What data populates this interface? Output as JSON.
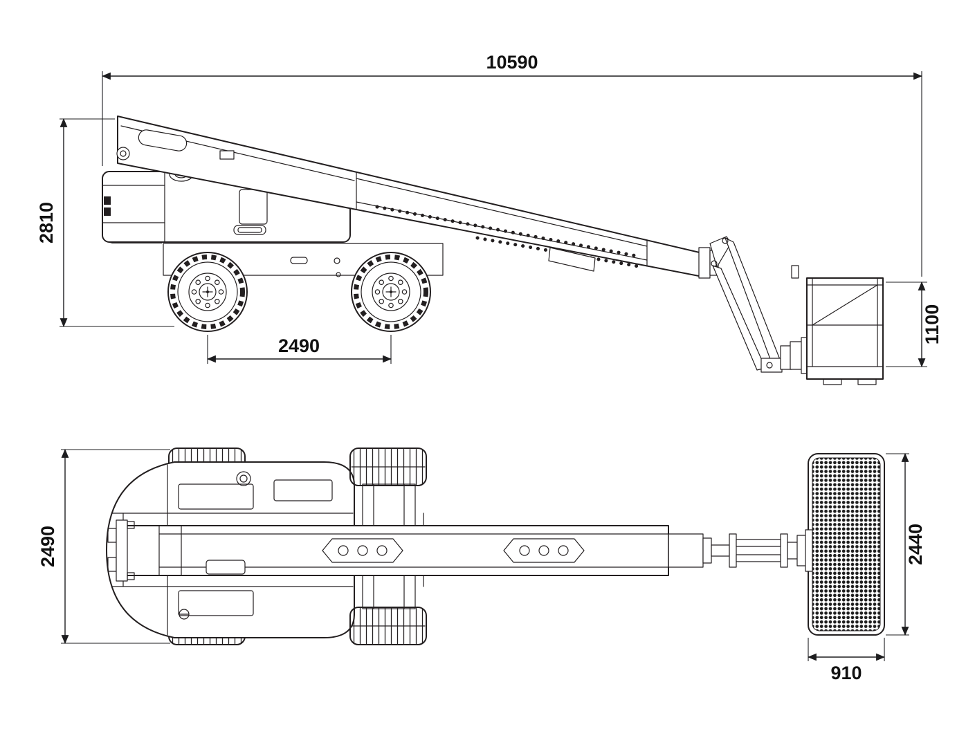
{
  "dims": {
    "overall_length": "10590",
    "overall_height": "2810",
    "wheelbase": "2490",
    "platform_rail_height": "1100",
    "overall_width": "2490",
    "platform_length": "2440",
    "platform_width": "910"
  },
  "colors": {
    "line": "#231f20",
    "background": "#ffffff",
    "mesh_dot": "#1f1f1f"
  }
}
